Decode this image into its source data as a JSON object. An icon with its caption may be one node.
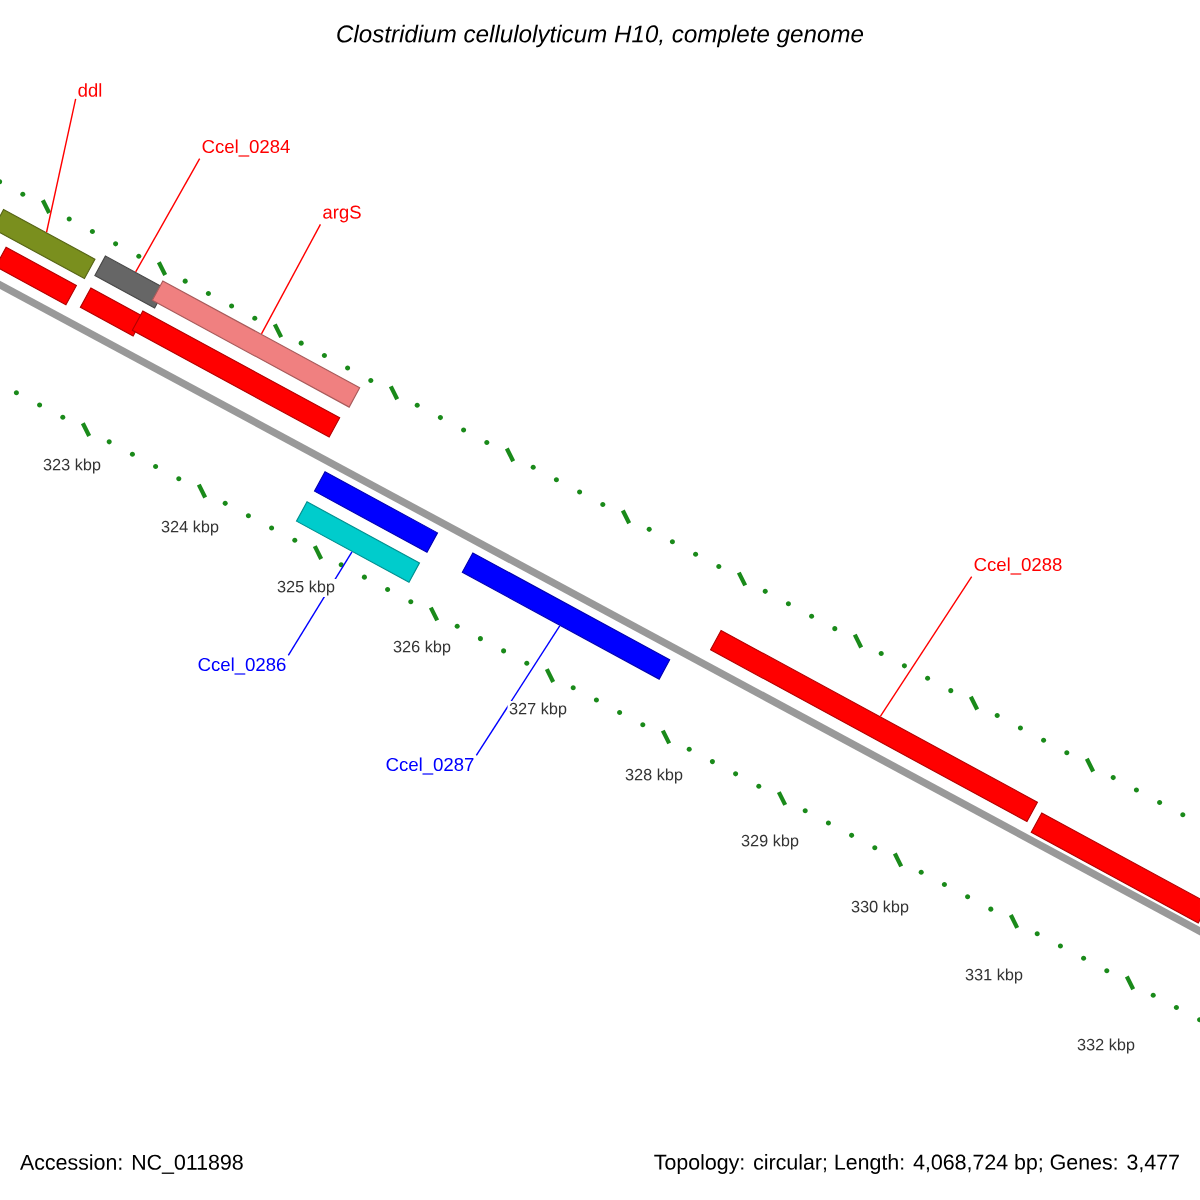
{
  "diagram": {
    "title": "*Clostridium cellulolyticum* H10, complete genome",
    "nodes": [
      {
        "text": [
          "ddl"
        ]
      },
      {
        "text": [
          "Ccel_0284"
        ]
      },
      {
        "text": [
          "argS"
        ]
      },
      {
        "text": [],
        "shape": "bar"
      },
      {
        "text": [],
        "shape": "bar"
      },
      {
        "text": [],
        "shape": "bar"
      },
      {
        "text": [
          "Ccel_0288"
        ]
      },
      {
        "text": [],
        "shape": "bar"
      },
      {
        "text": [
          "Ccel_0286"
        ]
      },
      {
        "text": [],
        "shape": "bar"
      },
      {
        "text": [
          "Ccel_0287"
        ]
      },
      {
        "text": [],
        "shape": "bar"
      },
      {
        "text": [],
        "shape": "bar"
      },
      {
        "text": [],
        "shape": "bar"
      },
      {
        "text": [],
        "shape": "bar"
      },
      {
        "text": [],
        "shape": "bar"
      },
      {
        "text": [],
        "shape": "bar"
      }
    ],
    "edges": [
      {
        "from": 0,
        "to": 3,
        "arrow": "none",
        "color": "#ff0000"
      },
      {
        "from": 1,
        "to": 4,
        "arrow": "none",
        "color": "#ff0000"
      },
      {
        "from": 2,
        "to": 5,
        "arrow": "none",
        "color": "#ff0000"
      },
      {
        "from": 6,
        "to": 7,
        "arrow": "none",
        "color": "#ff0000"
      },
      {
        "from": 8,
        "to": 9,
        "arrow": "none",
        "color": "#0000ff"
      },
      {
        "from": 10,
        "to": 11,
        "arrow": "none",
        "color": "#0000ff"
      }
    ],
    "labels": [
      "323 kbp",
      "324 kbp",
      "325 kbp",
      "326 kbp",
      "327 kbp",
      "328 kbp",
      "329 kbp",
      "330 kbp",
      "331 kbp",
      "332 kbp",
      "Accession: NC_011898",
      "Topology: circular; Length: 4,068,724 bp; Genes: 3,477"
    ]
  }
}
